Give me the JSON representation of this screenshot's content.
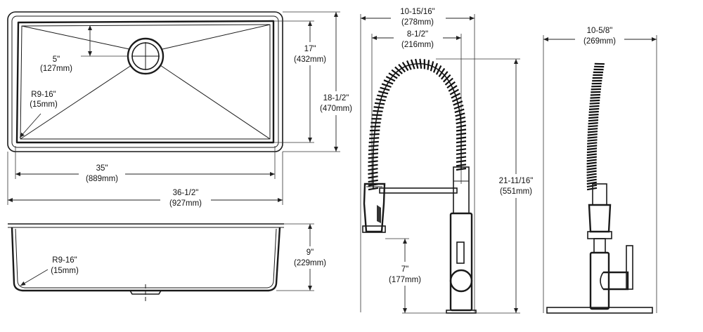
{
  "sink_top": {
    "drain_offset": {
      "imperial": "5\"",
      "metric": "(127mm)"
    },
    "corner_radius": {
      "imperial": "R9-16\"",
      "metric": "(15mm)"
    },
    "bowl_depth_front_back": {
      "imperial": "17\"",
      "metric": "(432mm)"
    },
    "overall_front_back": {
      "imperial": "18-1/2\"",
      "metric": "(470mm)"
    },
    "bowl_width": {
      "imperial": "35\"",
      "metric": "(889mm)"
    },
    "overall_width": {
      "imperial": "36-1/2\"",
      "metric": "(927mm)"
    }
  },
  "sink_side": {
    "corner_radius": {
      "imperial": "R9-16\"",
      "metric": "(15mm)"
    },
    "depth": {
      "imperial": "9\"",
      "metric": "(229mm)"
    }
  },
  "faucet_front": {
    "overall_reach": {
      "imperial": "10-15/16\"",
      "metric": "(278mm)"
    },
    "spout_reach": {
      "imperial": "8-1/2\"",
      "metric": "(216mm)"
    },
    "overall_height": {
      "imperial": "21-11/16\"",
      "metric": "(551mm)"
    },
    "spout_clearance": {
      "imperial": "7\"",
      "metric": "(177mm)"
    }
  },
  "faucet_side": {
    "base_width": {
      "imperial": "10-5/8\"",
      "metric": "(269mm)"
    }
  }
}
